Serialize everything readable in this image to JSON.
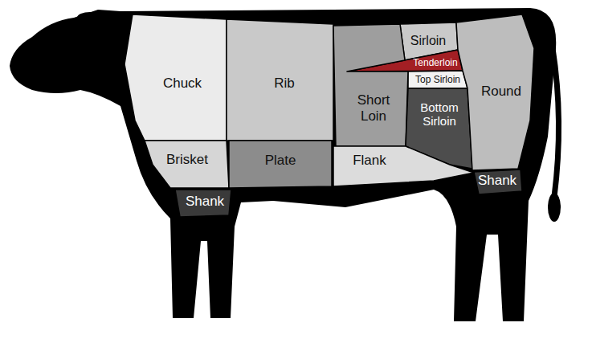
{
  "diagram": {
    "nodes": [
      {
        "text": [
          "Chuck"
        ]
      },
      {
        "text": [
          "Rib"
        ]
      },
      {
        "text": [
          "Sirloin"
        ]
      },
      {
        "text": [
          "Tenderloin"
        ]
      },
      {
        "text": [
          "Top Sirloin"
        ]
      },
      {
        "text": [
          "Short Loin"
        ]
      },
      {
        "text": [
          "Bottom Sirloin"
        ]
      },
      {
        "text": [
          "Round"
        ]
      },
      {
        "text": [
          "Brisket"
        ]
      },
      {
        "text": [
          "Plate"
        ]
      },
      {
        "text": [
          "Flank"
        ]
      },
      {
        "text": [
          "Shank"
        ]
      },
      {
        "text": [
          "Shank"
        ]
      }
    ]
  }
}
